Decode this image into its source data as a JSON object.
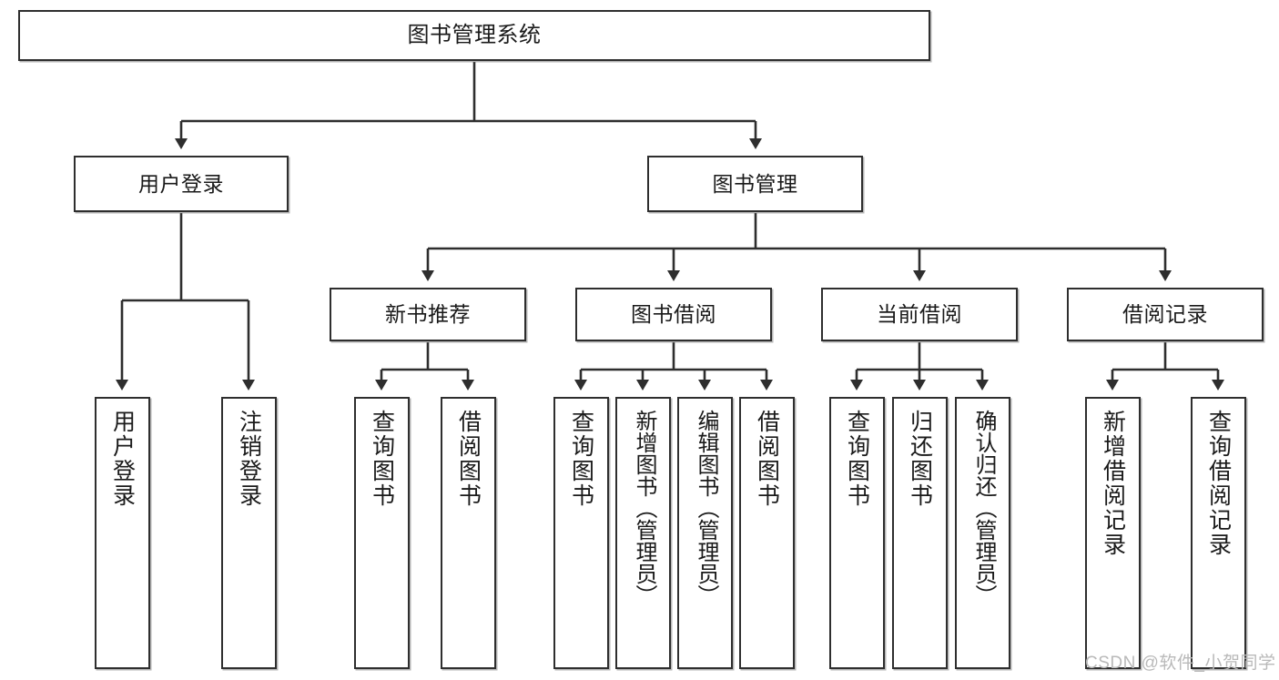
{
  "diagram": {
    "title": "图书管理系统",
    "type": "tree",
    "orientation": "top-down",
    "colors": {
      "node_border": "#2e2e2e",
      "node_fill": "#ffffff",
      "edge": "#2e2e2e",
      "text": "#1a1a1a",
      "watermark": "#b9b9b9",
      "background": "#ffffff"
    },
    "watermark": "CSDN @软件_小贺同学"
  },
  "nodes": {
    "root": {
      "label": "图书管理系统",
      "level": 1
    },
    "level2": [
      {
        "id": "user-login",
        "label": "用户登录"
      },
      {
        "id": "book-manage",
        "label": "图书管理"
      }
    ],
    "level3": [
      {
        "id": "new-book-recommend",
        "label": "新书推荐",
        "parent": "book-manage"
      },
      {
        "id": "book-borrow",
        "label": "图书借阅",
        "parent": "book-manage"
      },
      {
        "id": "current-borrow",
        "label": "当前借阅",
        "parent": "book-manage"
      },
      {
        "id": "borrow-record",
        "label": "借阅记录",
        "parent": "book-manage"
      }
    ],
    "leaves": [
      {
        "id": "leaf-user-login",
        "label": "用户登录",
        "parent": "user-login"
      },
      {
        "id": "leaf-logout",
        "label": "注销登录",
        "parent": "user-login"
      },
      {
        "id": "leaf-query-book-1",
        "label": "查询图书",
        "parent": "new-book-recommend"
      },
      {
        "id": "leaf-borrow-book-1",
        "label": "借阅图书",
        "parent": "new-book-recommend"
      },
      {
        "id": "leaf-query-book-2",
        "label": "查询图书",
        "parent": "book-borrow"
      },
      {
        "id": "leaf-add-book",
        "label": "新增图书（管理员）",
        "parent": "book-borrow"
      },
      {
        "id": "leaf-edit-book",
        "label": "编辑图书（管理员）",
        "parent": "book-borrow"
      },
      {
        "id": "leaf-borrow-book-2",
        "label": "借阅图书",
        "parent": "book-borrow"
      },
      {
        "id": "leaf-query-book-3",
        "label": "查询图书",
        "parent": "current-borrow"
      },
      {
        "id": "leaf-return-book",
        "label": "归还图书",
        "parent": "current-borrow"
      },
      {
        "id": "leaf-confirm-return",
        "label": "确认归还（管理员）",
        "parent": "current-borrow"
      },
      {
        "id": "leaf-add-record",
        "label": "新增借阅记录",
        "parent": "borrow-record"
      },
      {
        "id": "leaf-query-record",
        "label": "查询借阅记录",
        "parent": "borrow-record"
      }
    ]
  }
}
